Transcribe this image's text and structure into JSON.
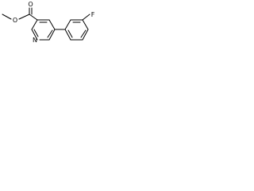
{
  "structure": {
    "atoms": {
      "carbonyl_oxygen": "O",
      "ester_oxygen": "O",
      "ring_nitrogen": "N",
      "fluorine": "F"
    }
  },
  "colors": {
    "ink": "#000000",
    "background": "#ffffff"
  }
}
